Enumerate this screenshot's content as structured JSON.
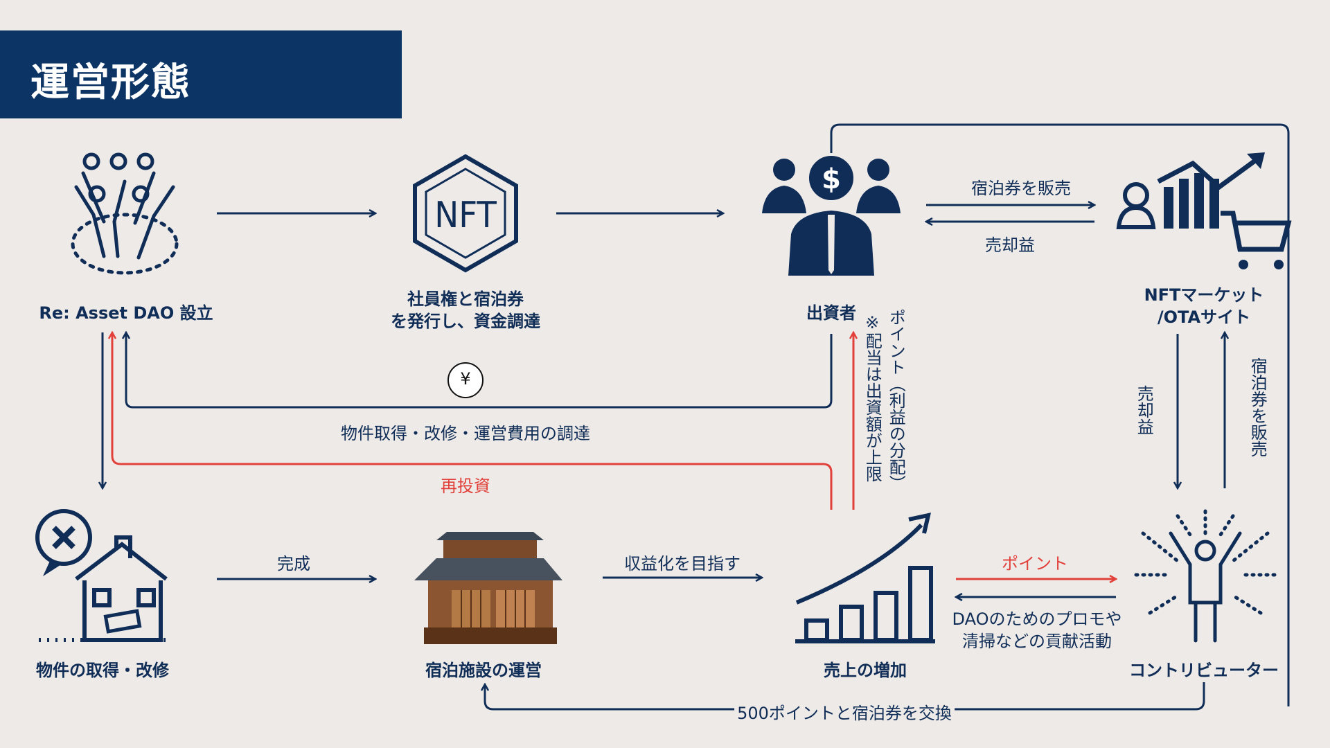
{
  "title": "運営形態",
  "nodes": {
    "dao": "Re: Asset DAO 設立",
    "nft_line1": "社員権と宿泊券",
    "nft_line2": "を発行し、資金調達",
    "nft_icon_text": "NFT",
    "investors": "出資者",
    "market_line1": "NFTマーケット",
    "market_line2": "/OTAサイト",
    "property": "物件の取得・改修",
    "lodging": "宿泊施設の運営",
    "sales": "売上の増加",
    "contributor": "コントリビューター"
  },
  "edges": {
    "sell_ticket_top": "宿泊券を販売",
    "sale_proceeds_top": "売却益",
    "sale_proceeds_vertical": "売却益",
    "sell_ticket_vertical": "宿泊券を販売",
    "yen_symbol": "¥",
    "funding": "物件取得・改修・運営費用の調達",
    "reinvest": "再投資",
    "points_dividend_line1": "ポイント（利益の分配）",
    "points_dividend_line2": "※配当は出資額が上限",
    "completed": "完成",
    "monetize": "収益化を目指す",
    "points": "ポイント",
    "promo_line1": "DAOのためのプロモや",
    "promo_line2": "清掃などの貢献活動",
    "exchange": "500ポイントと宿泊券を交換"
  },
  "colors": {
    "navy": "#0f2d57",
    "banner": "#0c3566",
    "red": "#e2403a",
    "background": "#eeeae7"
  },
  "icons": [
    "dao-people-icon",
    "nft-hexagon-icon",
    "investors-dollar-icon",
    "market-chart-cart-icon",
    "house-renovation-icon",
    "japanese-inn-icon",
    "sales-growth-chart-icon",
    "contributor-celebration-icon"
  ]
}
